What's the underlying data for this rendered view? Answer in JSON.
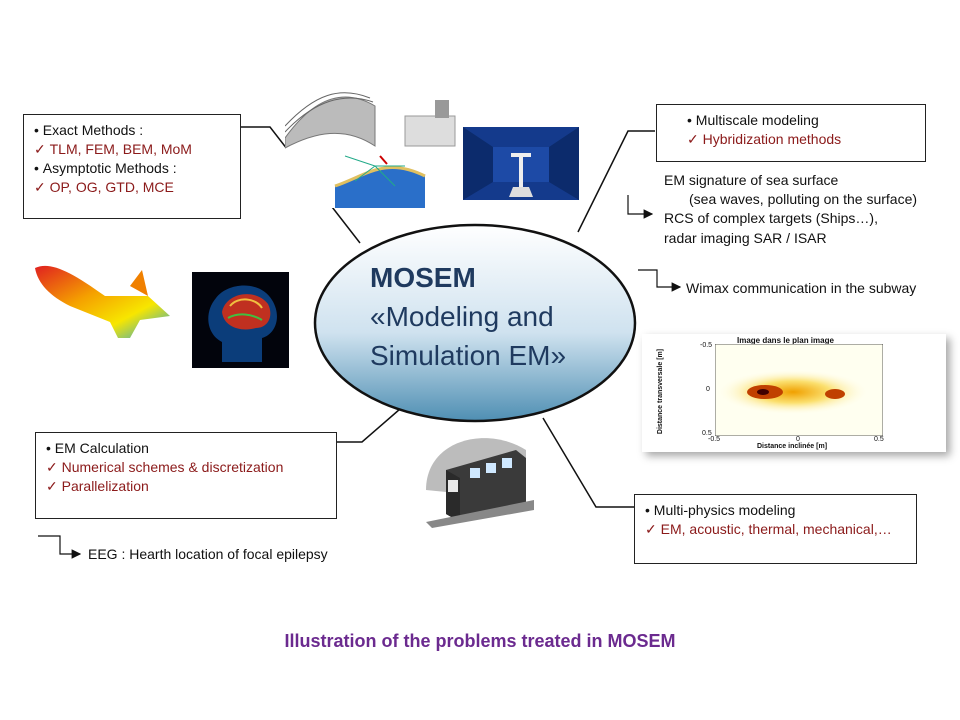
{
  "center": {
    "line1": "MOSEM",
    "line2": "«Modeling and",
    "line3": "Simulation EM»"
  },
  "box_exact": {
    "b1": "Exact Methods :",
    "c1": "TLM,  FEM, BEM, MoM",
    "b2": "Asymptotic Methods :",
    "c2": "OP, OG, GTD, MCE"
  },
  "box_multiscale": {
    "b1": "Multiscale modeling",
    "c1": "Hybridization methods"
  },
  "sea": {
    "l1": "EM signature of sea surface",
    "l2": "(sea waves, polluting on the surface)",
    "l3": "RCS of complex targets (Ships…),",
    "l4": "radar imaging SAR / ISAR"
  },
  "wimax": "Wimax communication in the subway",
  "box_em": {
    "b1": "EM Calculation",
    "c1": "Numerical schemes & discretization",
    "c2": "Parallelization"
  },
  "eeg": "EEG : Hearth location of focal epilepsy",
  "box_multiphysics": {
    "b1": "Multi-physics modeling",
    "c1": "EM, acoustic, thermal, mechanical,…"
  },
  "isar": {
    "title": "Image dans le plan image",
    "ylabel": "Distance transversale [m]",
    "xlabel": "Distance inclinée [m]",
    "xticks": [
      "-0.5",
      "0",
      "0.5"
    ],
    "yticks": [
      "-0.5",
      "0",
      "0.5"
    ]
  },
  "caption": "Illustration of the problems treated in MOSEM",
  "colors": {
    "caption": "#6b2a8f",
    "red_text": "#8b1a1a",
    "ellipse_text": "#1f3a5f"
  }
}
